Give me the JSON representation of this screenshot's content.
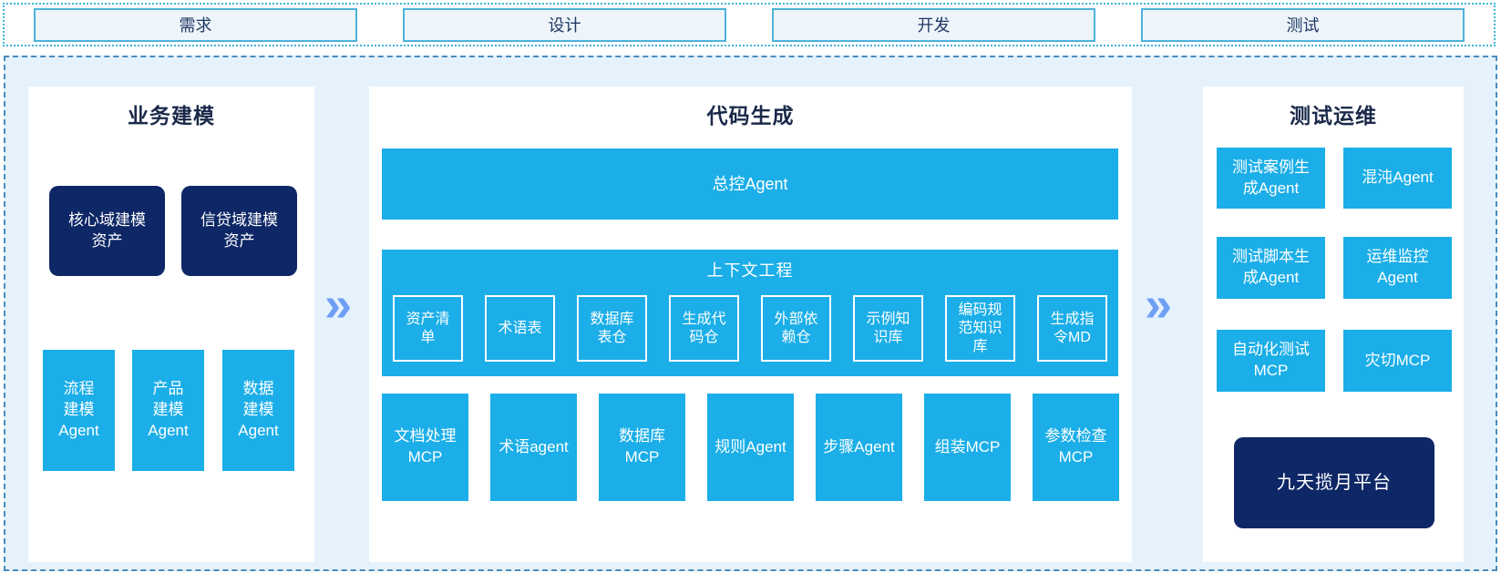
{
  "phases": [
    "需求",
    "设计",
    "开发",
    "测试"
  ],
  "arrow": "»",
  "colors": {
    "accent_cyan": "#1BAEE8",
    "navy": "#0E2766",
    "title_text": "#1B2A4A",
    "phase_text": "#1F3864",
    "arrow_blue": "#6F9FF5",
    "panel_bg": "#E5F2FC",
    "card_bg": "#FFFFFF",
    "phase_box_bg": "#EDF4FA",
    "phase_box_border": "#4DB2D9",
    "strip_border": "#3EB6DA",
    "main_border": "#4A8CBC"
  },
  "sections": {
    "business_modeling": {
      "title": "业务建模",
      "asset_boxes": [
        "核心域建模\n资产",
        "信贷域建模\n资产"
      ],
      "agent_boxes": [
        "流程\n建模\nAgent",
        "产品\n建模\nAgent",
        "数据\n建模\nAgent"
      ]
    },
    "code_generation": {
      "title": "代码生成",
      "master_agent": "总控Agent",
      "context_engineering": {
        "title": "上下文工程",
        "items": [
          "资产清\n单",
          "术语表",
          "数据库\n表仓",
          "生成代\n码仓",
          "外部依\n赖仓",
          "示例知\n识库",
          "编码规\n范知识\n库",
          "生成指\n令MD"
        ]
      },
      "tools": [
        "文档处理\nMCP",
        "术语agent",
        "数据库\nMCP",
        "规则Agent",
        "步骤Agent",
        "组装MCP",
        "参数检查\nMCP"
      ]
    },
    "test_ops": {
      "title": "测试运维",
      "boxes": [
        "测试案例生\n成Agent",
        "混沌Agent",
        "测试脚本生\n成Agent",
        "运维监控\nAgent",
        "自动化测试\nMCP",
        "灾切MCP"
      ],
      "platform": "九天揽月平台"
    }
  }
}
